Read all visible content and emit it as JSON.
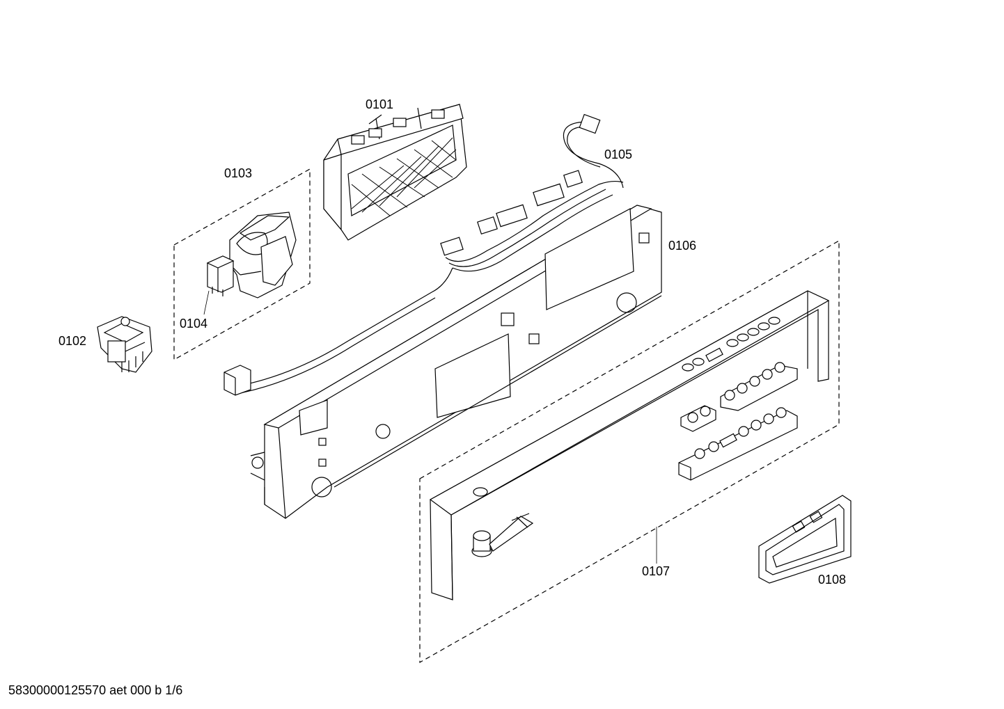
{
  "diagram": {
    "parts": [
      {
        "id": "0101",
        "label": "0101"
      },
      {
        "id": "0102",
        "label": "0102"
      },
      {
        "id": "0103",
        "label": "0103"
      },
      {
        "id": "0104",
        "label": "0104"
      },
      {
        "id": "0105",
        "label": "0105"
      },
      {
        "id": "0106",
        "label": "0106"
      },
      {
        "id": "0107",
        "label": "0107"
      },
      {
        "id": "0108",
        "label": "0108"
      }
    ],
    "footer": "58300000125570 aet 000 b 1/6"
  }
}
